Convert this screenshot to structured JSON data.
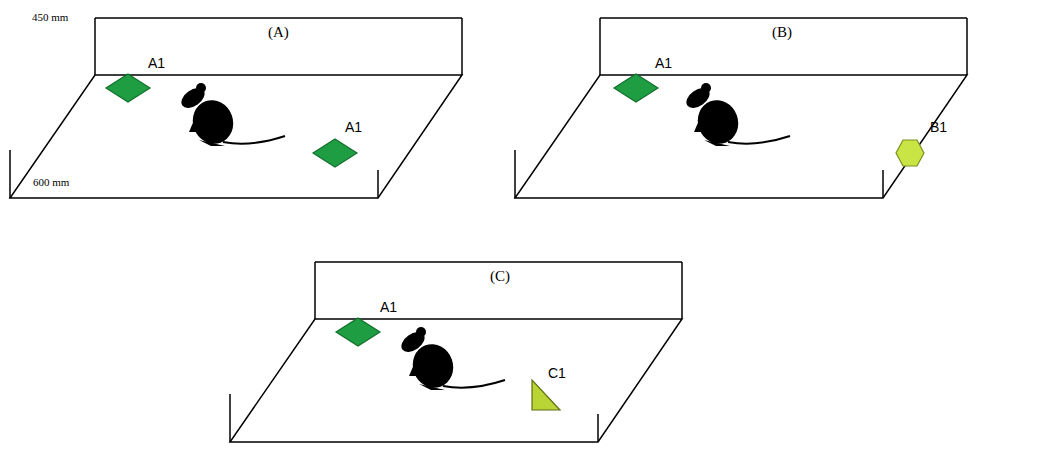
{
  "diagram": {
    "labels": [
      "450 mm",
      "(A)",
      "A1",
      "A1",
      "600 mm",
      "(B)",
      "A1",
      "B1",
      "(C)",
      "A1",
      "C1"
    ]
  }
}
